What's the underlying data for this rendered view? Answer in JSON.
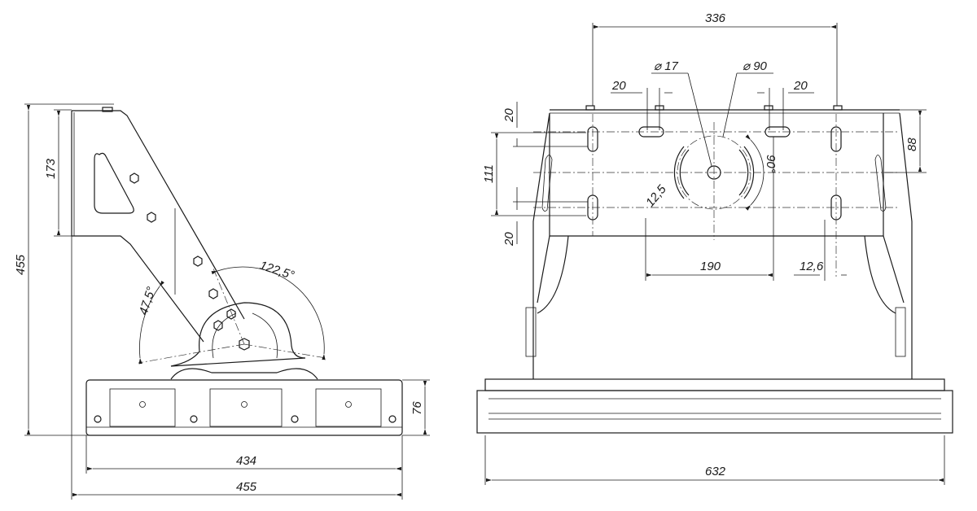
{
  "side_view": {
    "height_total": "455",
    "bracket_height": "173",
    "angle_max": "122,5°",
    "angle_min": "47,5°",
    "fixture_height": "76",
    "fixture_length": "434",
    "overall_length": "455"
  },
  "front_view": {
    "mount_span": "336",
    "center_hole": "⌀ 17",
    "bolt_circle": "⌀ 90",
    "slot_left": "20",
    "slot_right": "20",
    "slot_top": "20",
    "slot_bottom": "20",
    "vertical_spacing": "111",
    "top_offset": "88",
    "slot_angle": "90°",
    "slot_width": "12,5",
    "slot_spacing": "190",
    "side_slot": "12,6",
    "overall_width": "632"
  }
}
